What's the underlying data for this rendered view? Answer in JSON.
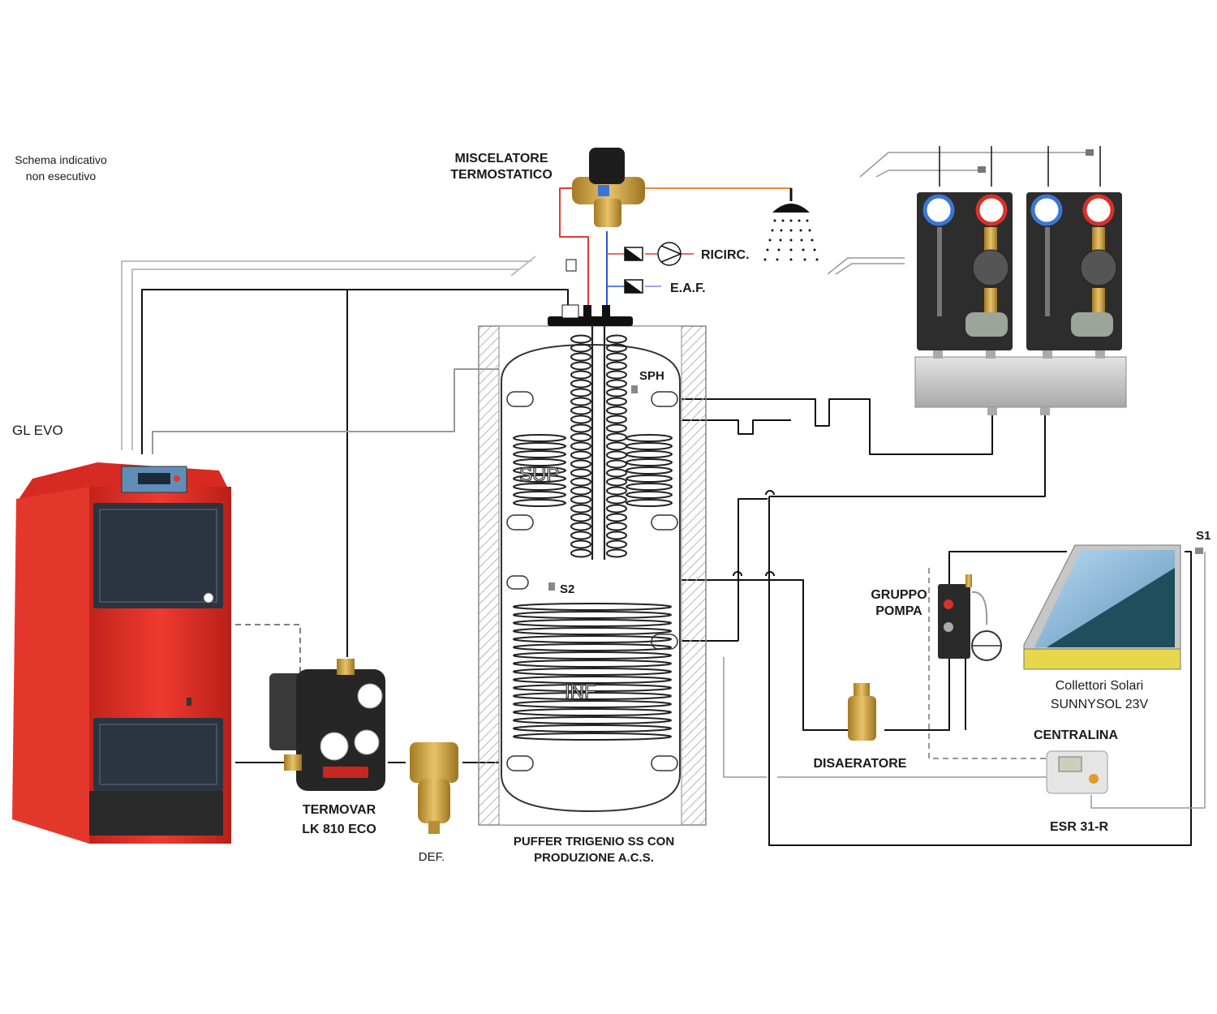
{
  "note": {
    "line1": "Schema indicativo",
    "line2": "non esecutivo"
  },
  "boiler": {
    "name": "GL EVO"
  },
  "mixer": {
    "line1": "MISCELATORE",
    "line2": "TERMOSTATICO"
  },
  "recirc": {
    "label": "RICIRC."
  },
  "cold_water": {
    "label": "E.A.F."
  },
  "tank": {
    "line1": "PUFFER TRIGENIO SS CON",
    "line2": "PRODUZIONE A.C.S.",
    "upper_coil": "SUP",
    "lower_coil": "INF",
    "sensor_sph": "SPH",
    "sensor_s2": "S2"
  },
  "termovar": {
    "line1": "TERMOVAR",
    "line2": "LK 810 ECO"
  },
  "defangatore": {
    "label": "DEF."
  },
  "pump_group": {
    "line1": "GRUPPO",
    "line2": "POMPA"
  },
  "deaerator": {
    "label": "DISAERATORE"
  },
  "collector": {
    "line1": "Collettori Solari",
    "line2": "SUNNYSOL 23V",
    "sensor": "S1"
  },
  "controller": {
    "title": "CENTRALINA",
    "model": "ESR 31-R"
  },
  "colors": {
    "boiler_red": "#e8312a",
    "door_dark": "#2b3440",
    "hot_pipe": "#e23b2e",
    "cold_pipe": "#2a52d6",
    "mixed_pipe": "#f08a3c",
    "brass": "#c9a14a",
    "panel_blue": "#7fb3d8",
    "panel_dark": "#1f4e5c"
  }
}
